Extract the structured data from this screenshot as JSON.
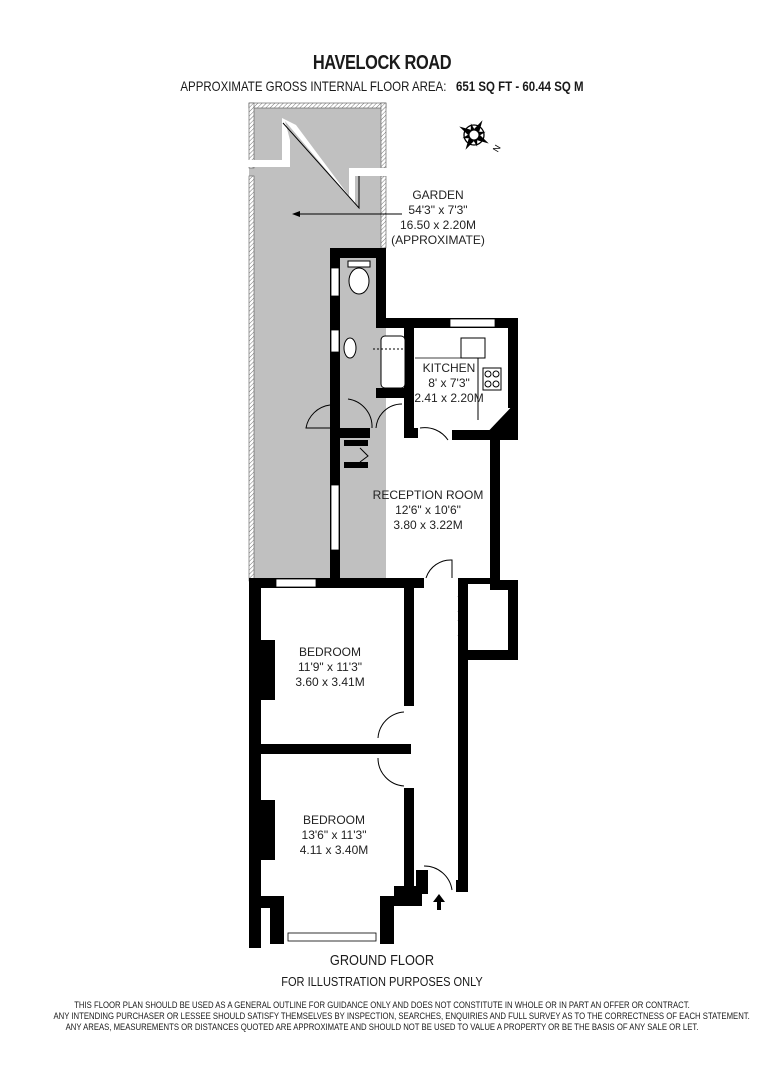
{
  "header": {
    "title": "HAVELOCK ROAD",
    "area_label": "APPROXIMATE GROSS INTERNAL FLOOR AREA:",
    "area_value": "651 SQ FT  -  60.44 SQ M"
  },
  "compass": {
    "icon": "compass-rose-icon",
    "north_label": "N"
  },
  "rooms": [
    {
      "id": "garden",
      "name": "GARDEN",
      "imperial": "54'3\" x 7'3\"",
      "metric": "16.50 x 2.20M",
      "note": "(APPROXIMATE)"
    },
    {
      "id": "kitchen",
      "name": "KITCHEN",
      "imperial": "8' x 7'3\"",
      "metric": "2.41 x 2.20M"
    },
    {
      "id": "reception",
      "name": "RECEPTION ROOM",
      "imperial": "12'6\" x 10'6\"",
      "metric": "3.80 x 3.22M"
    },
    {
      "id": "bedroom1",
      "name": "BEDROOM",
      "imperial": "11'9\" x 11'3\"",
      "metric": "3.60 x 3.41M"
    },
    {
      "id": "bedroom2",
      "name": "BEDROOM",
      "imperial": "13'6\" x 11'3\"",
      "metric": "4.11 x 3.40M"
    }
  ],
  "footer": {
    "floor": "GROUND FLOOR",
    "illustration_note": "FOR ILLUSTRATION PURPOSES ONLY",
    "disclaimer": [
      "THIS FLOOR PLAN SHOULD BE USED AS A GENERAL OUTLINE FOR GUIDANCE ONLY AND DOES NOT CONSTITUTE IN WHOLE OR IN PART AN OFFER OR CONTRACT.",
      "ANY INTENDING PURCHASER OR LESSEE SHOULD SATISFY THEMSELVES BY INSPECTION, SEARCHES, ENQUIRIES AND FULL SURVEY AS TO THE CORRECTNESS OF EACH STATEMENT.",
      "ANY AREAS, MEASUREMENTS OR DISTANCES QUOTED ARE APPROXIMATE AND SHOULD NOT BE USED TO VALUE A PROPERTY OR BE THE BASIS OF ANY SALE OR LET."
    ]
  },
  "colors": {
    "wall": "#000000",
    "garden": "#c0c0c0",
    "background": "#ffffff"
  }
}
